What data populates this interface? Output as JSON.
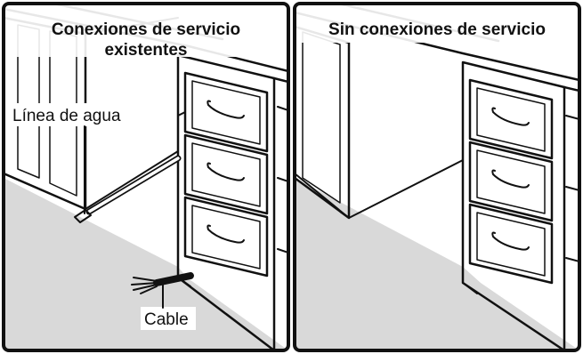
{
  "panels": [
    {
      "title_lines": [
        "Conexiones de servicio",
        "existentes"
      ],
      "callouts": {
        "water_line": "Línea de agua",
        "cable": "Cable"
      }
    },
    {
      "title_lines": [
        "Sin conexiones de servicio"
      ]
    }
  ],
  "colors": {
    "background": "#ffffff",
    "floor": "#d9d9d9",
    "ink": "#111111",
    "title_band": "#ffffff"
  }
}
